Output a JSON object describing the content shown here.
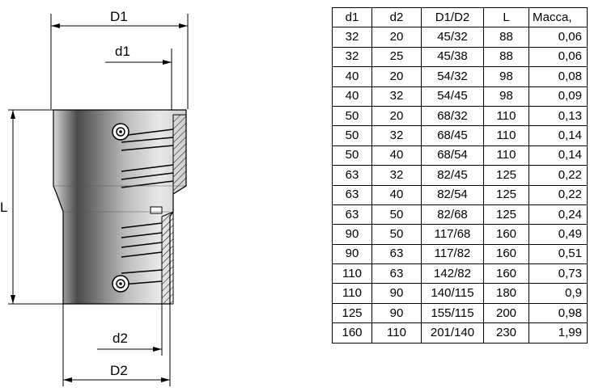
{
  "drawing": {
    "labels": {
      "D1": "D1",
      "d1": "d1",
      "L": "L",
      "d2": "d2",
      "D2": "D2"
    }
  },
  "table": {
    "headers": [
      "d1",
      "d2",
      "D1/D2",
      "L",
      "Масса,"
    ],
    "rows": [
      [
        "32",
        "20",
        "45/32",
        "88",
        "0,06"
      ],
      [
        "32",
        "25",
        "45/38",
        "88",
        "0,06"
      ],
      [
        "40",
        "20",
        "54/32",
        "98",
        "0,08"
      ],
      [
        "40",
        "32",
        "54/45",
        "98",
        "0,09"
      ],
      [
        "50",
        "20",
        "68/32",
        "110",
        "0,13"
      ],
      [
        "50",
        "32",
        "68/45",
        "110",
        "0,14"
      ],
      [
        "50",
        "40",
        "68/54",
        "110",
        "0,14"
      ],
      [
        "63",
        "32",
        "82/45",
        "125",
        "0,22"
      ],
      [
        "63",
        "40",
        "82/54",
        "125",
        "0,22"
      ],
      [
        "63",
        "50",
        "82/68",
        "125",
        "0,24"
      ],
      [
        "90",
        "50",
        "117/68",
        "160",
        "0,49"
      ],
      [
        "90",
        "63",
        "117/82",
        "160",
        "0,51"
      ],
      [
        "110",
        "63",
        "142/82",
        "160",
        "0,73"
      ],
      [
        "110",
        "90",
        "140/115",
        "180",
        "0,9"
      ],
      [
        "125",
        "90",
        "155/115",
        "200",
        "0,98"
      ],
      [
        "160",
        "110",
        "201/140",
        "230",
        "1,99"
      ]
    ]
  }
}
